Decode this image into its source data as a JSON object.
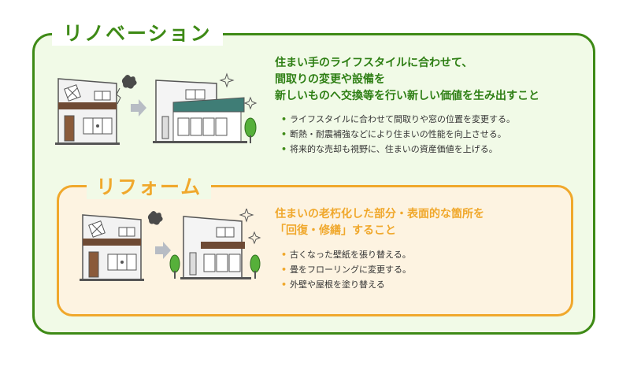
{
  "renovation": {
    "title": "リノベーション",
    "heading": [
      "住まい手のライフスタイルに合わせて、",
      "間取りの変更や設備を",
      "新しいものへ交換等を行い新しい価値を生み出すこと"
    ],
    "points": [
      "ライフスタイルに合わせて間取りや窓の位置を変更する。",
      "断熱・耐震補強などにより住まいの性能を向上させる。",
      "将来的な売却も視野に、住まいの資産価値を上げる。"
    ]
  },
  "reform": {
    "title": "リフォーム",
    "heading": [
      "住まいの老朽化した部分・表面的な箇所を",
      "「回復・修繕」すること"
    ],
    "points": [
      "古くなった壁紙を張り替える。",
      "畳をフローリングに変更する。",
      "外壁や屋根を塗り替える"
    ]
  },
  "colors": {
    "renovation_border": "#3e8a16",
    "renovation_bg": "#f1fae7",
    "reform_border": "#f0a82c",
    "reform_bg": "#fdf3e1",
    "teal_roof": "#3f7d76",
    "brown_band": "#6e4a34"
  },
  "icons": [
    "old-house-icon",
    "arrow-right-icon",
    "new-house-icon",
    "tree-icon",
    "sparkle-icon",
    "dust-cloud-icon"
  ]
}
